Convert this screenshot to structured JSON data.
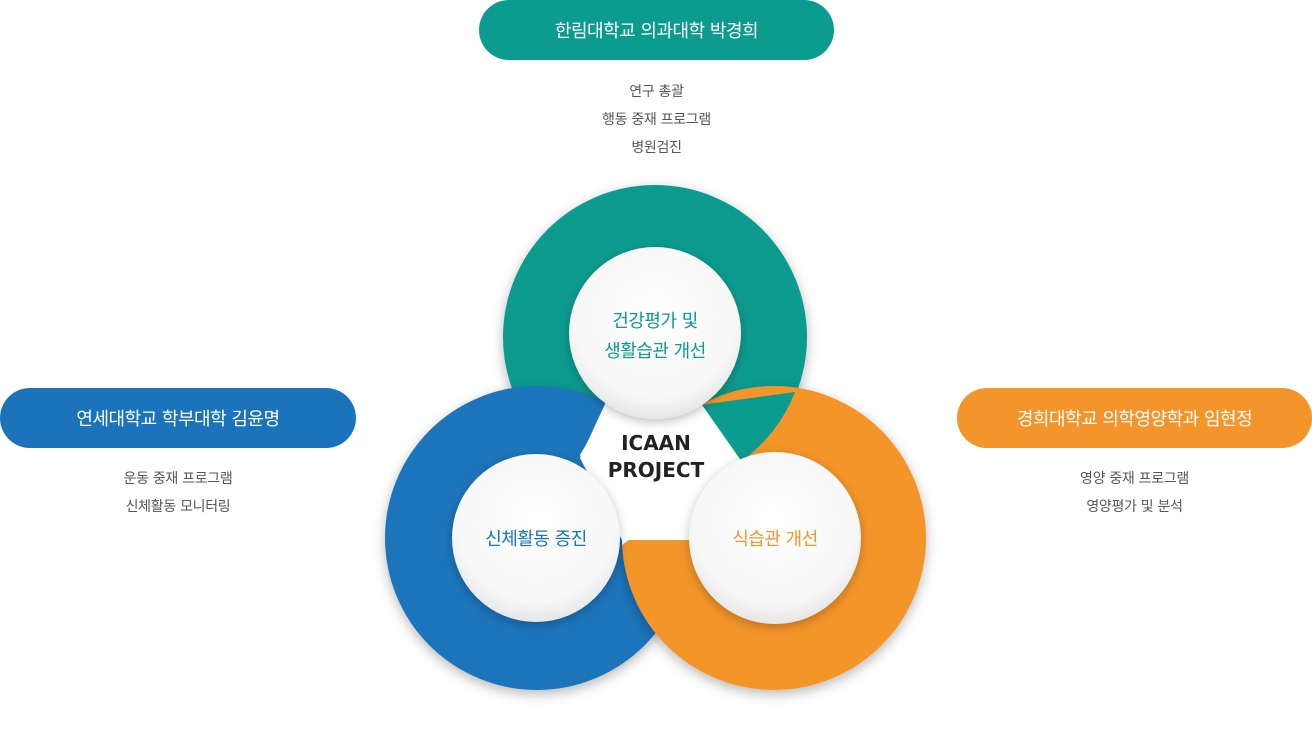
{
  "colors": {
    "teal": "#0b9b8f",
    "blue": "#1b74bb",
    "orange": "#f4952b",
    "desc_text": "#555555",
    "center_text": "#222222"
  },
  "top_partner": {
    "title": "한림대학교 의과대학 박경희",
    "roles": [
      "연구 총괄",
      "행동 중재 프로그램",
      "병원검진"
    ]
  },
  "left_partner": {
    "title": "연세대학교 학부대학 김윤명",
    "roles": [
      "운동 중재 프로그램",
      "신체활동 모니터링"
    ]
  },
  "right_partner": {
    "title": "경희대학교 의학영양학과 임현정",
    "roles": [
      "영양 중재 프로그램",
      "영양평가 및 분석"
    ]
  },
  "rings": {
    "top": {
      "line1": "건강평가 및",
      "line2": "생활습관 개선"
    },
    "left": {
      "label": "신체활동 증진"
    },
    "right": {
      "label": "식습관 개선"
    }
  },
  "center": {
    "line1": "ICAAN",
    "line2": "PROJECT"
  }
}
